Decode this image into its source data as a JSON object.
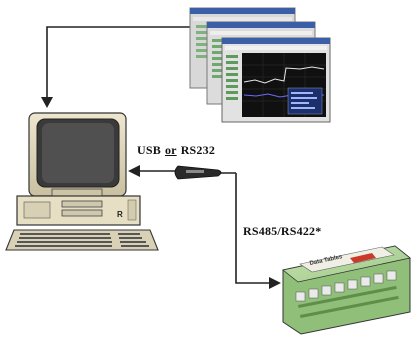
{
  "labels": {
    "usb": "USB",
    "or": "or",
    "rs232": "RS232",
    "rs485": "RS485/RS422*"
  },
  "module": {
    "brand": "Data Tables"
  }
}
